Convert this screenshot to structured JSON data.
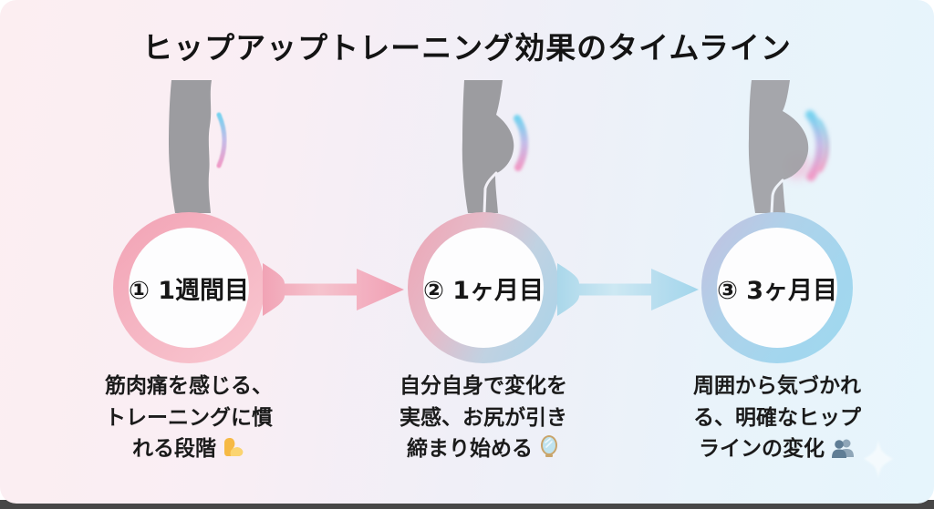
{
  "page": {
    "title": "ヒップアップトレーニング効果のタイムライン"
  },
  "stages": [
    {
      "label": "① 1週間目",
      "lines": [
        "筋肉痛を感じる、",
        "トレーニングに慣",
        "れる段階"
      ],
      "icon": "💪",
      "icon_name": "flexed-biceps",
      "ring_color": "#f2a2b4"
    },
    {
      "label": "② 1ヶ月目",
      "lines": [
        "自分自身で変化を",
        "実感、お尻が引き",
        "締まり始める"
      ],
      "icon": "🪞",
      "icon_name": "mirror",
      "ring_color": "#eda4b4 → #a7d4ea"
    },
    {
      "label": "③ 3ヶ月目",
      "lines": [
        "周囲から気づかれ",
        "る、明確なヒップ",
        "ラインの変化"
      ],
      "icon": "👥",
      "icon_name": "busts-in-silhouette",
      "ring_color": "#aed2ea"
    }
  ],
  "colors": {
    "background_left": "#fceef1",
    "background_right": "#e6f5fc",
    "arrow_pink": "#f3aebf",
    "arrow_blue": "#aad7ea",
    "silhouette_grey": "#9c9ca0",
    "glow_cyan": "#74d2ef",
    "glow_pink": "#f09ac6",
    "title_text": "#141414"
  }
}
